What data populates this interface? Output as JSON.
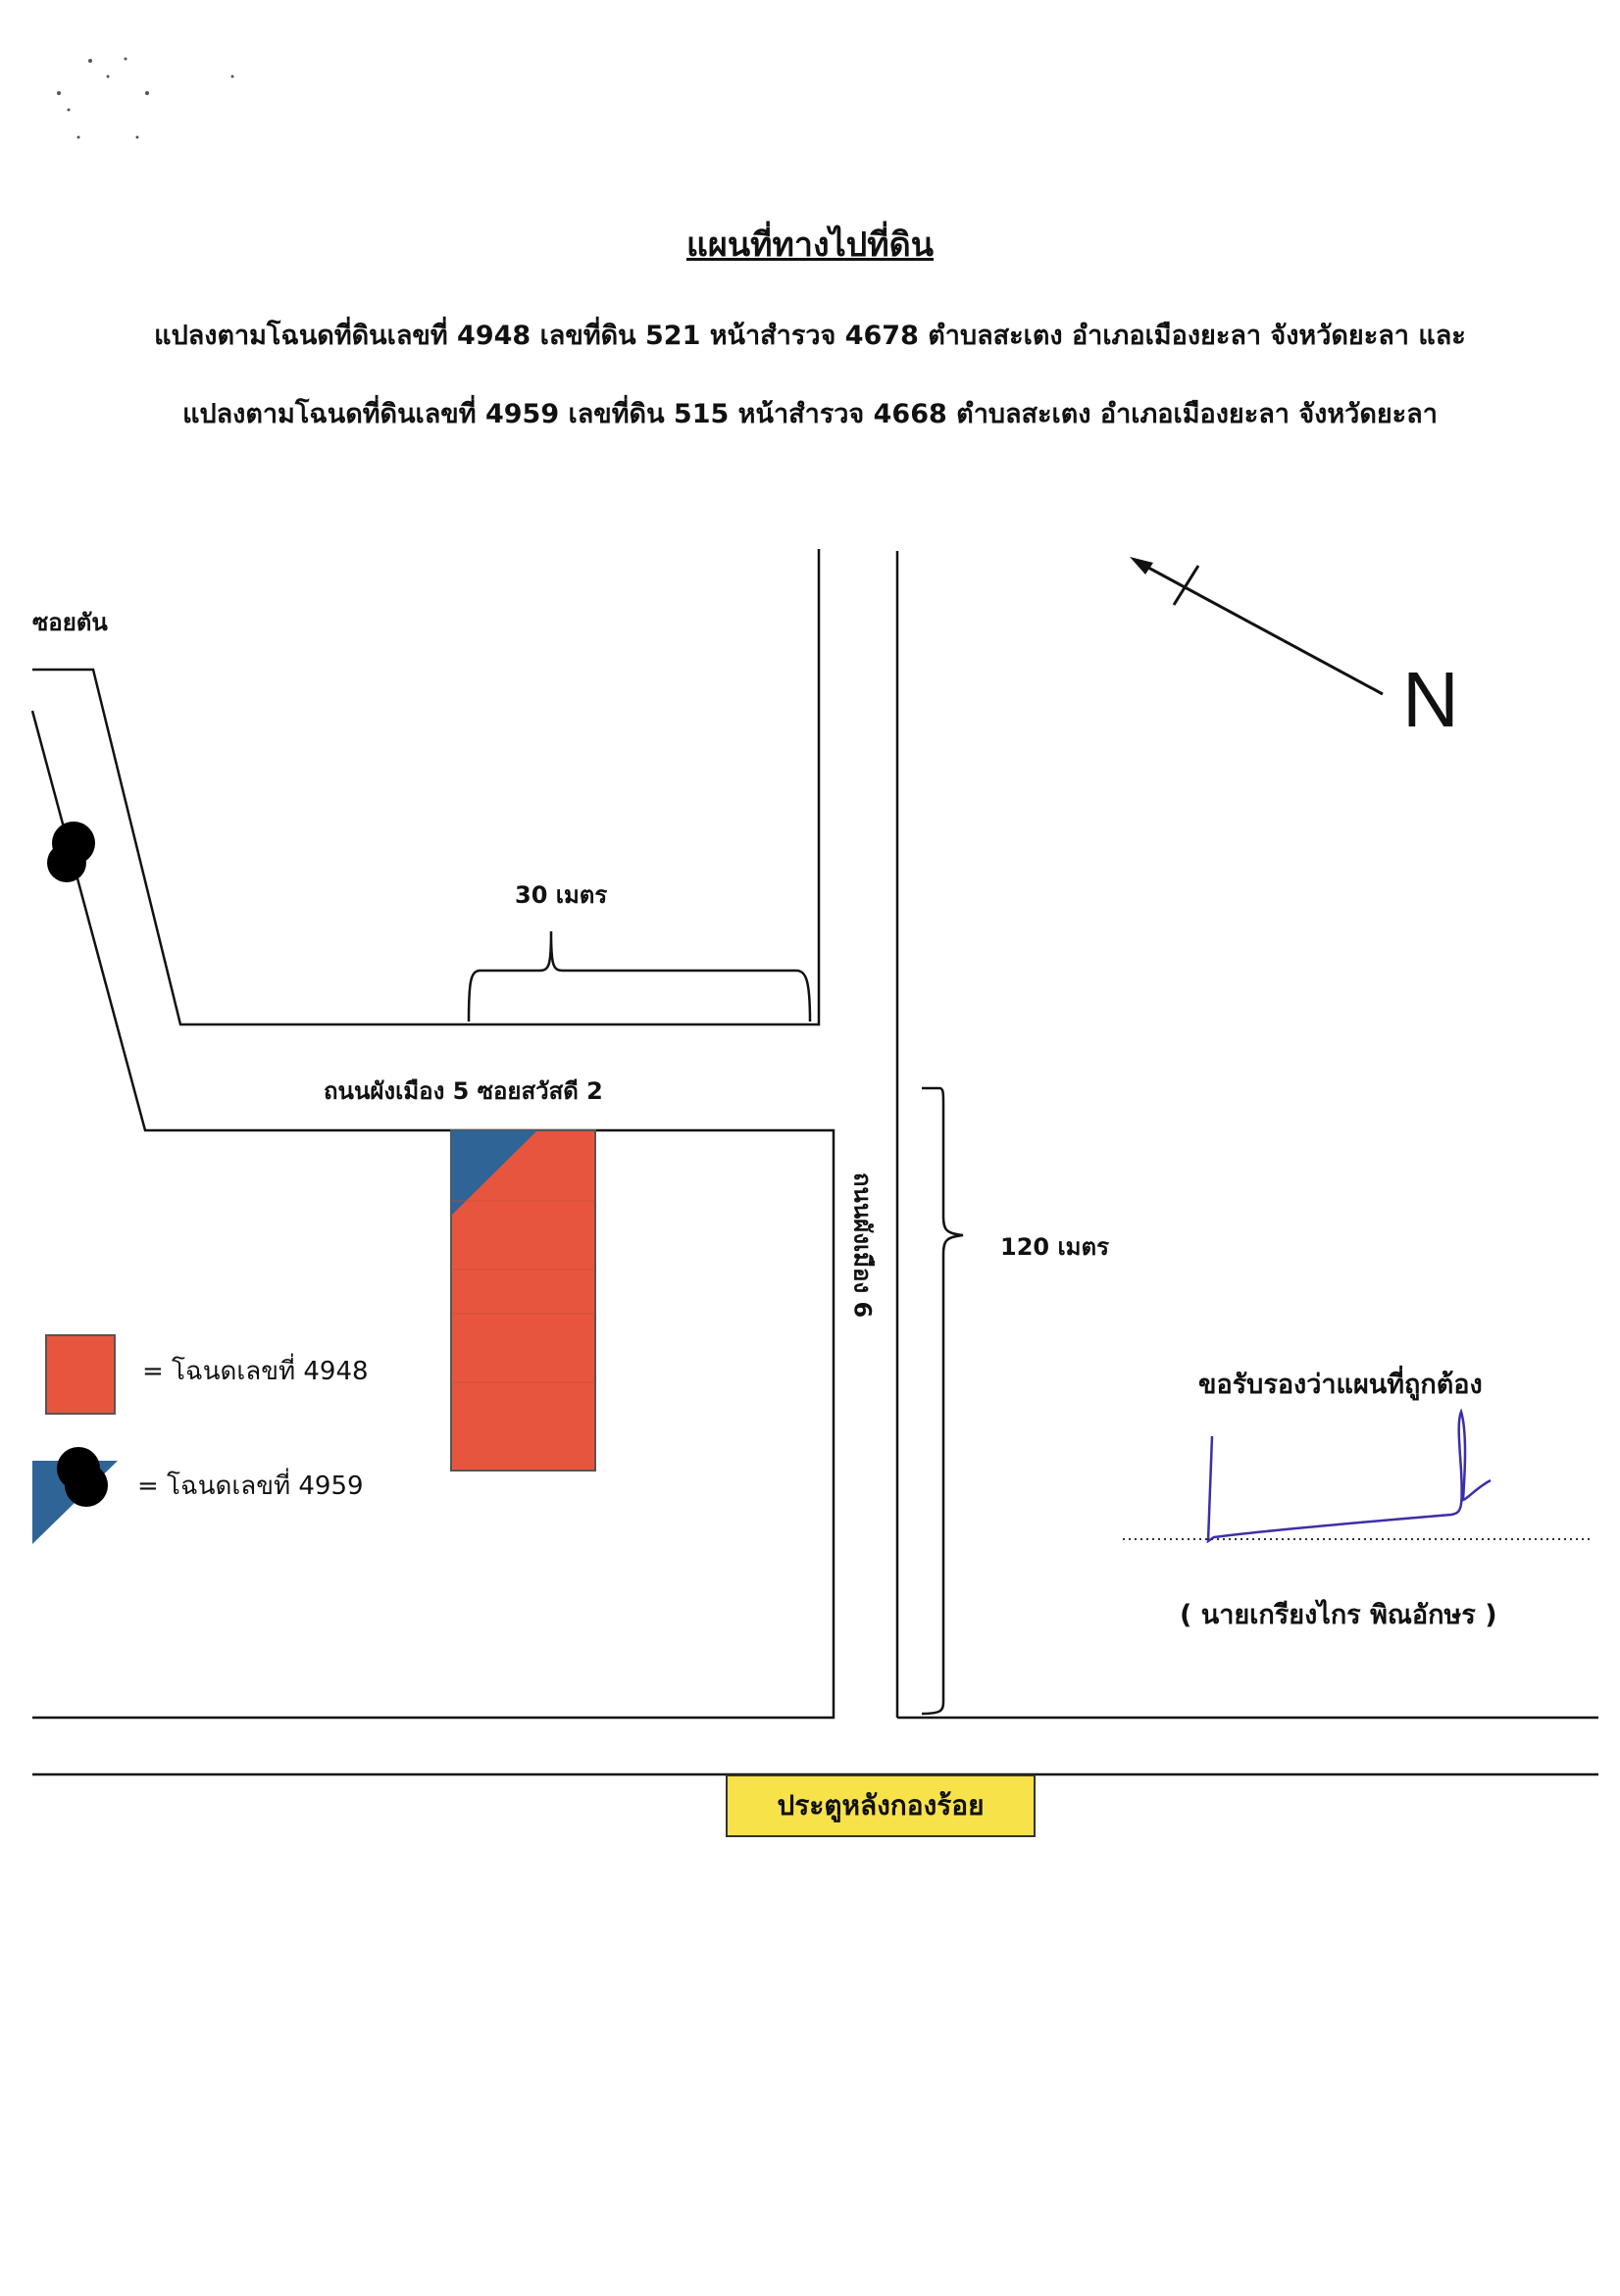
{
  "document": {
    "title": "แผนที่ทางไปที่ดิน",
    "line1": "แปลงตามโฉนดที่ดินเลขที่ 4948 เลขที่ดิน 521 หน้าสำรวจ 4678 ตำบลสะเตง อำเภอเมืองยะลา จังหวัดยะลา และ",
    "line2": "แปลงตามโฉนดที่ดินเลขที่ 4959 เลขที่ดิน 515 หน้าสำรวจ 4668 ตำบลสะเตง อำเภอเมืองยะลา จังหวัดยะลา"
  },
  "map": {
    "labels": {
      "dead_end": "ซอยตัน",
      "distance_30": "30 เมตร",
      "road_soi": "ถนนผังเมือง 5 ซอยสวัสดี 2",
      "road_6": "ถนนผังเมือง 6",
      "distance_120": "120 เมตร",
      "north": "N",
      "gate": "ประตูหลังกองร้อย"
    },
    "colors": {
      "parcel_4948": "#e8553f",
      "parcel_4959": "#2f6496",
      "gate_bg": "#f7e24a",
      "signature_ink": "#3b2fa8"
    }
  },
  "legend": [
    {
      "label": "= โฉนดเลขที่ 4948",
      "color": "#e8553f"
    },
    {
      "label": "= โฉนดเลขที่ 4959",
      "color": "#2f6496"
    }
  ],
  "certification": {
    "statement": "ขอรับรองว่าแผนที่ถูกต้อง",
    "name": "( นายเกรียงไกร  พิณอักษร )"
  }
}
